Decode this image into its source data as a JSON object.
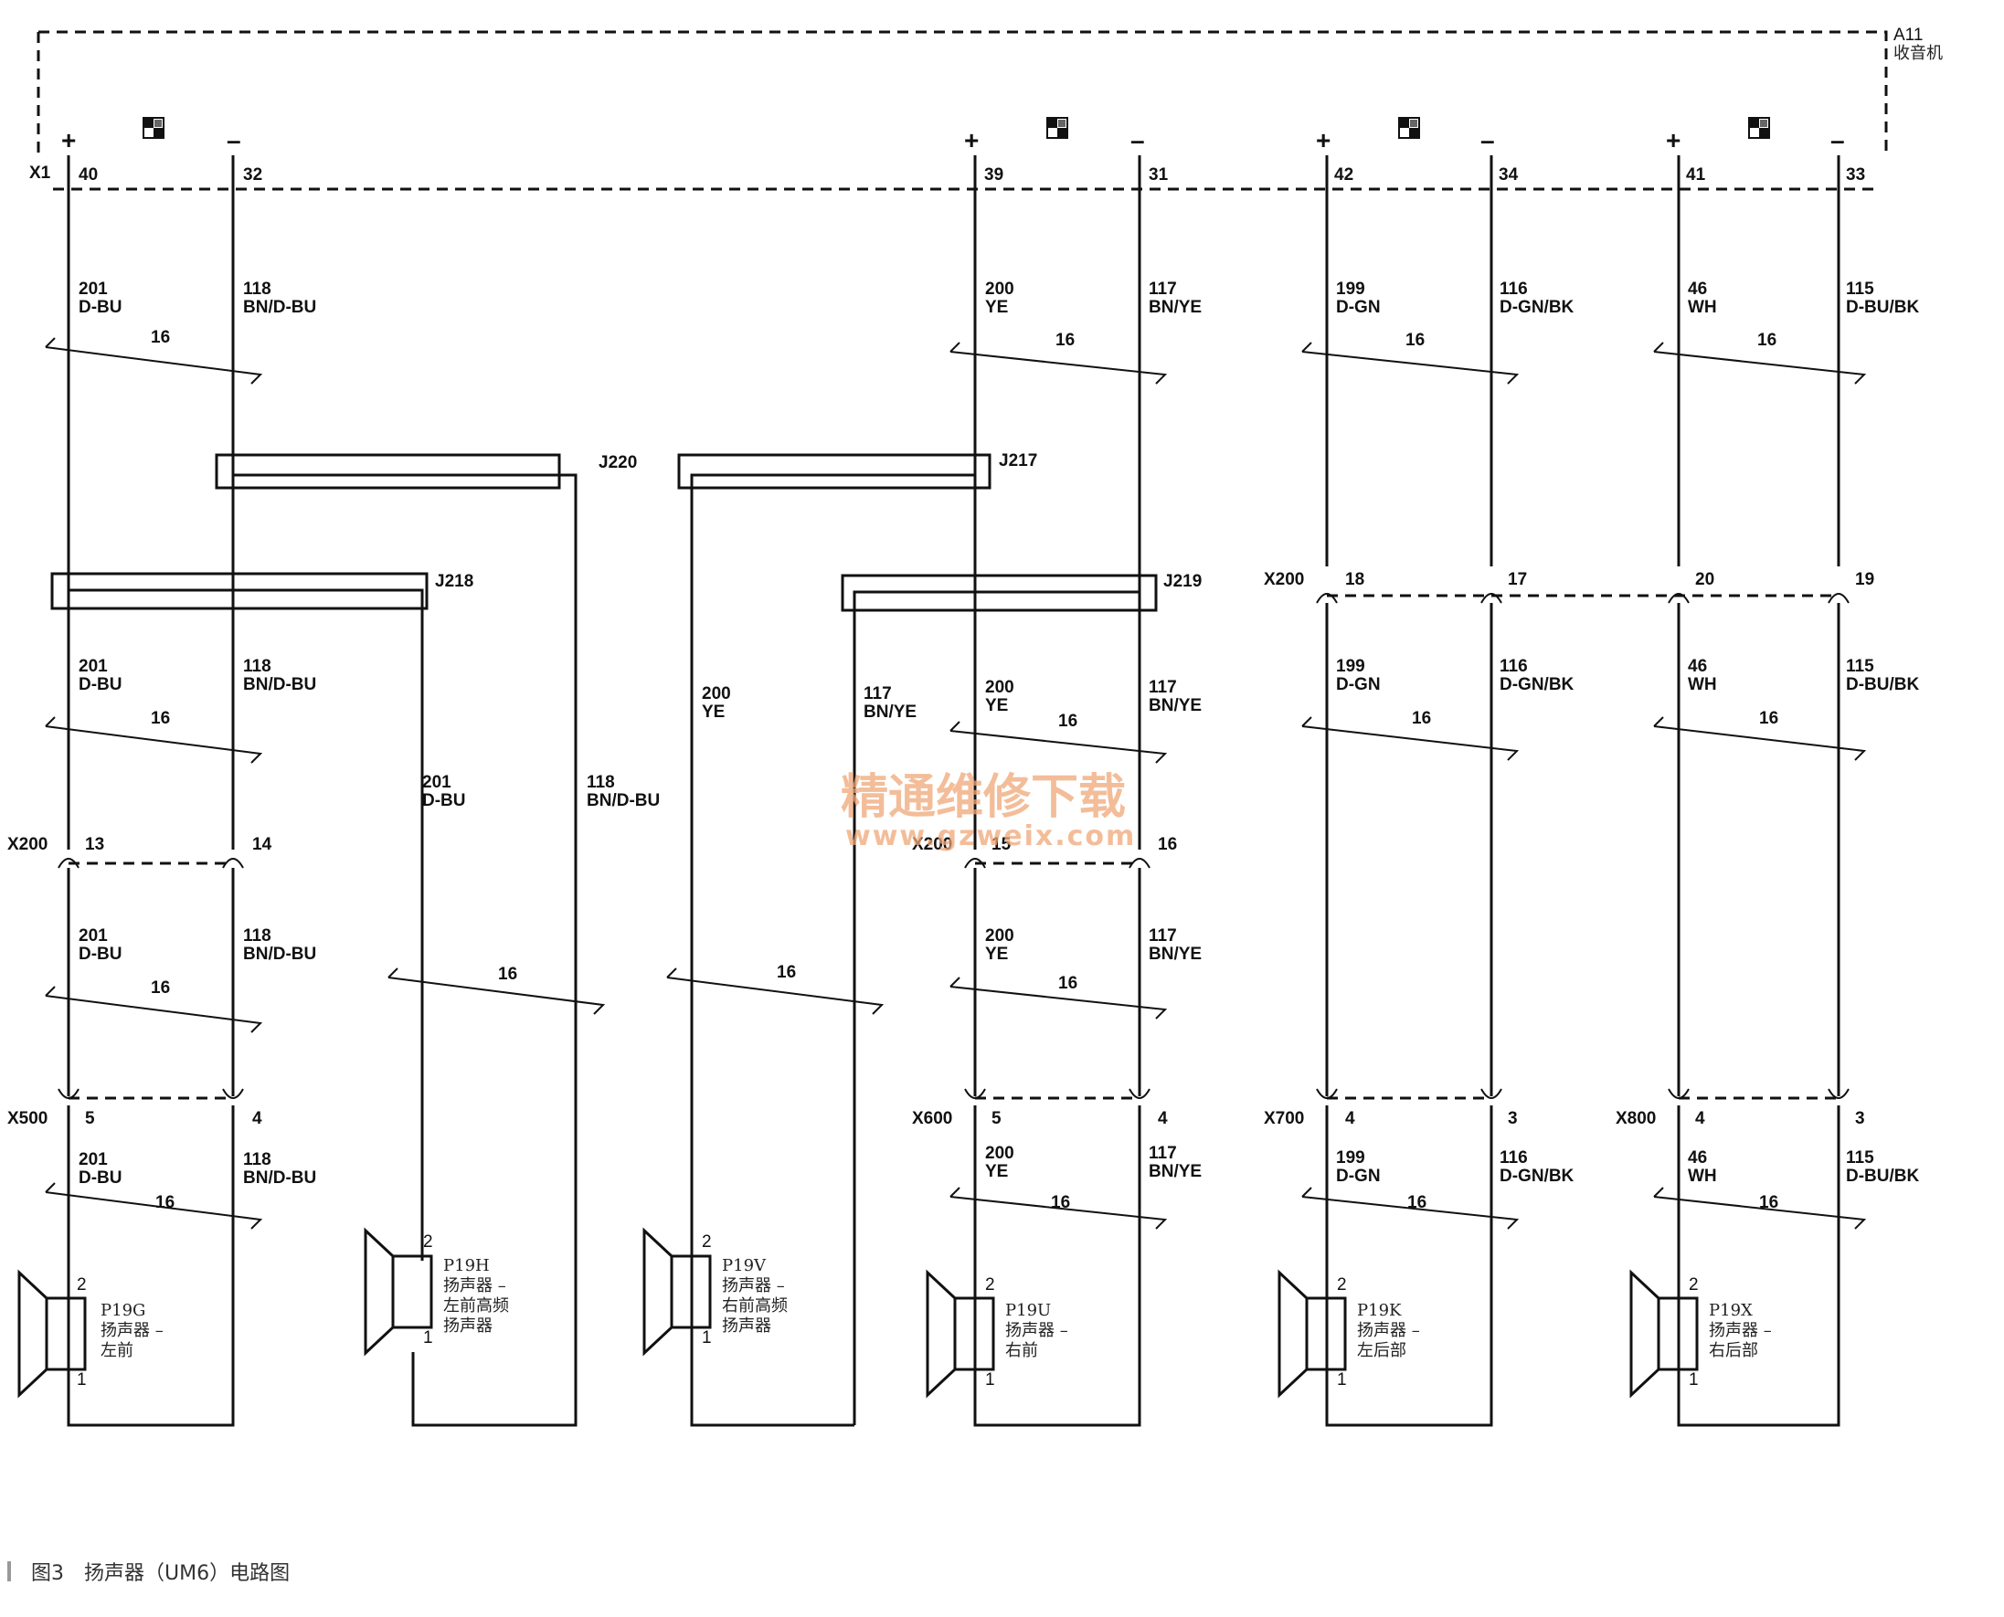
{
  "module": {
    "id": "A11",
    "name": "收音机"
  },
  "header_connector": "X1",
  "watermark": {
    "line1": "精通维修下载",
    "line2": "www.gzweix.com"
  },
  "caption": {
    "figure": "图3",
    "title": "扬声器（UM6）电路图"
  },
  "pins_top": [
    "40",
    "32",
    "39",
    "31",
    "42",
    "34",
    "41",
    "33"
  ],
  "twist_label": "16",
  "splices": [
    "J220",
    "J217",
    "J218",
    "J219"
  ],
  "connectors": {
    "x200_left": {
      "name": "X200",
      "pins": [
        "13",
        "14"
      ]
    },
    "x200_mid": {
      "name": "X200",
      "pins": [
        "15",
        "16"
      ]
    },
    "x200_right": {
      "name": "X200",
      "pins": [
        "18",
        "17",
        "20",
        "19"
      ]
    },
    "x500": {
      "name": "X500",
      "pins": [
        "5",
        "4"
      ]
    },
    "x600": {
      "name": "X600",
      "pins": [
        "5",
        "4"
      ]
    },
    "x700": {
      "name": "X700",
      "pins": [
        "4",
        "3"
      ]
    },
    "x800": {
      "name": "X800",
      "pins": [
        "4",
        "3"
      ]
    }
  },
  "wires": {
    "w201": {
      "circuit": "201",
      "color": "D-BU"
    },
    "w118": {
      "circuit": "118",
      "color": "BN/D-BU"
    },
    "w200": {
      "circuit": "200",
      "color": "YE"
    },
    "w117": {
      "circuit": "117",
      "color": "BN/YE"
    },
    "w199": {
      "circuit": "199",
      "color": "D-GN"
    },
    "w116": {
      "circuit": "116",
      "color": "D-GN/BK"
    },
    "w46": {
      "circuit": "46",
      "color": "WH"
    },
    "w115": {
      "circuit": "115",
      "color": "D-BU/BK"
    }
  },
  "speakers": [
    {
      "id": "P19G",
      "line1": "扬声器 –",
      "line2": "左前",
      "line3": "",
      "pin_top": "2",
      "pin_bottom": "1"
    },
    {
      "id": "P19H",
      "line1": "扬声器 –",
      "line2": "左前高频",
      "line3": "扬声器",
      "pin_top": "2",
      "pin_bottom": "1"
    },
    {
      "id": "P19V",
      "line1": "扬声器 –",
      "line2": "右前高频",
      "line3": "扬声器",
      "pin_top": "2",
      "pin_bottom": "1"
    },
    {
      "id": "P19U",
      "line1": "扬声器 –",
      "line2": "右前",
      "line3": "",
      "pin_top": "2",
      "pin_bottom": "1"
    },
    {
      "id": "P19K",
      "line1": "扬声器 –",
      "line2": "左后部",
      "line3": "",
      "pin_top": "2",
      "pin_bottom": "1"
    },
    {
      "id": "P19X",
      "line1": "扬声器 –",
      "line2": "右后部",
      "line3": "",
      "pin_top": "2",
      "pin_bottom": "1"
    }
  ],
  "signs": {
    "plus": "+",
    "minus": "–"
  }
}
